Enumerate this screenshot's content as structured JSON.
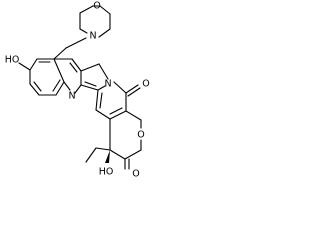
{
  "labels": {
    "morpholine_O": "O",
    "morpholine_N": "N",
    "phenol_OH": "HO",
    "quinoline_N": "N",
    "pyrrole_N": "N",
    "lactam_O": "O",
    "hydroxy_OH": "HO",
    "lactone_O": "O",
    "carbonyl_O": "O"
  },
  "colors": {
    "ink": "#000000",
    "background": "#ffffff"
  }
}
